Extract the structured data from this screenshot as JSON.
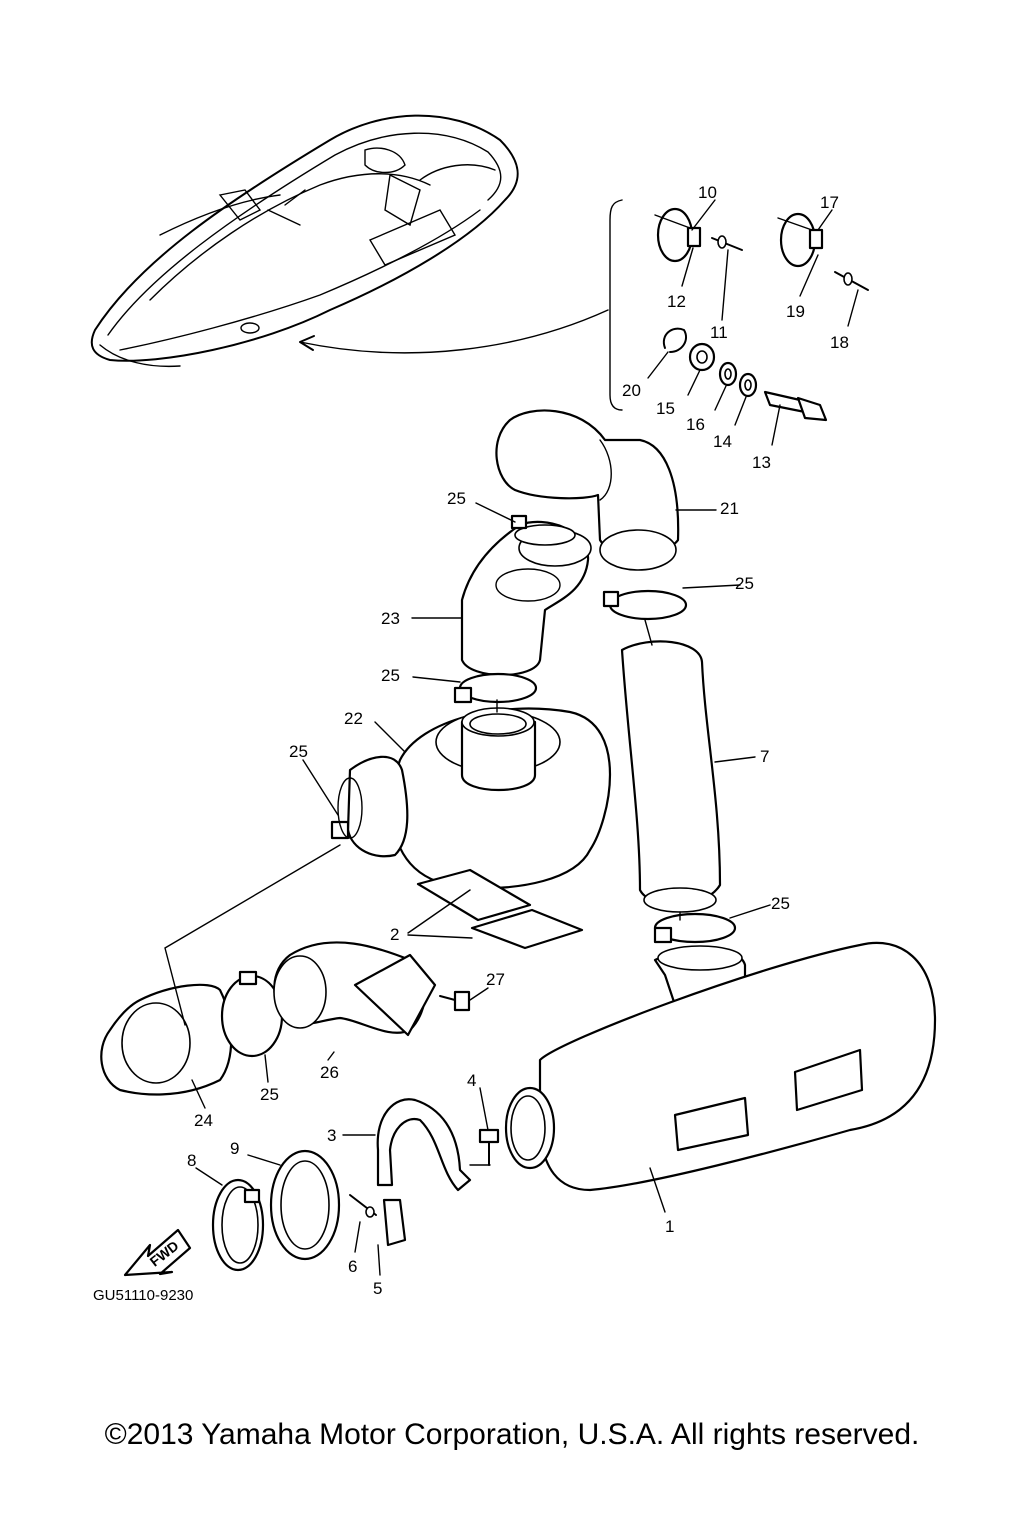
{
  "labels": {
    "p1": "1",
    "p2": "2",
    "p3": "3",
    "p4": "4",
    "p5": "5",
    "p6": "6",
    "p7": "7",
    "p8": "8",
    "p9": "9",
    "p10": "10",
    "p11": "11",
    "p12": "12",
    "p13": "13",
    "p14": "14",
    "p15": "15",
    "p16": "16",
    "p17": "17",
    "p18": "18",
    "p19": "19",
    "p20": "20",
    "p21": "21",
    "p22": "22",
    "p23": "23",
    "p24": "24",
    "p25a": "25",
    "p25b": "25",
    "p25c": "25",
    "p25d": "25",
    "p25e": "25",
    "p25f": "25",
    "p26": "26",
    "p27": "27"
  },
  "diagram_code": "GU51110-9230",
  "fwd_label": "FWD",
  "copyright": "©2013 Yamaha Motor Corporation, U.S.A. All rights reserved."
}
